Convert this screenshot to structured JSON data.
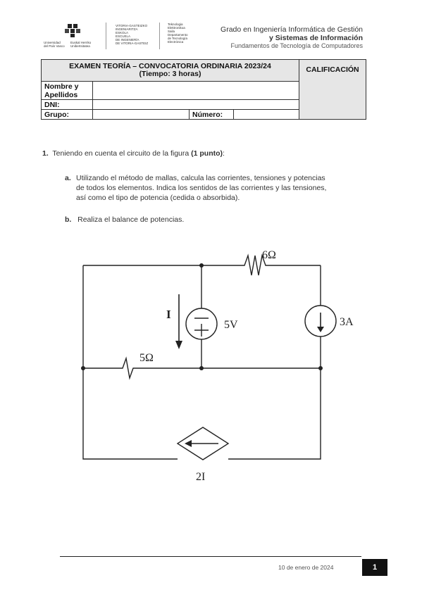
{
  "header": {
    "logo1_line1": "Universidad",
    "logo1_line2": "del País Vasco",
    "logo2_line1": "Euskal Herriko",
    "logo2_line2": "Unibertsitatea",
    "school_lines": [
      "VITORIA-GASTEIZKO",
      "INGENIARITZA",
      "ESKOLA",
      "ESCUELA",
      "DE INGENIERÍA",
      "DE VITORIA-GASTEIZ"
    ],
    "dept_lines": [
      "Teknologia",
      "Elektronikoa",
      "Saila",
      "Departamento",
      "de Tecnología",
      "Electrónica"
    ],
    "degree_line1": "Grado en Ingeniería Informática de Gestión",
    "degree_line2": "y Sistemas de Información",
    "course": "Fundamentos de Tecnología de Computadores"
  },
  "exam_table": {
    "title_line1": "EXAMEN TEORÍA – CONVOCATORIA ORDINARIA 2023/24",
    "title_line2": "(Tiempo: 3 horas)",
    "grade_label": "CALIFICACIÓN",
    "name_label_1": "Nombre y",
    "name_label_2": "Apellidos",
    "dni_label": "DNI:",
    "group_label": "Grupo:",
    "number_label": "Número:"
  },
  "question": {
    "number": "1.",
    "text": "Teniendo en cuenta el circuito de la figura",
    "points": "(1 punto)",
    "colon": ":",
    "items": [
      {
        "letter": "a.",
        "lines": [
          "Utilizando el método de mallas, calcula las corrientes, tensiones y potencias",
          "de todos los elementos. Indica los sentidos de las corrientes y las tensiones,",
          "así como el tipo de potencia (cedida o absorbida)."
        ]
      },
      {
        "letter": "b.",
        "lines": [
          "Realiza el balance de potencias."
        ]
      }
    ]
  },
  "circuit": {
    "r1_label": "6Ω",
    "r2_label": "5Ω",
    "vsrc_label": "5V",
    "isrc_label": "3A",
    "dep_label": "2I",
    "current_label": "I"
  },
  "footer": {
    "date": "10 de enero de 2024",
    "page": "1"
  }
}
